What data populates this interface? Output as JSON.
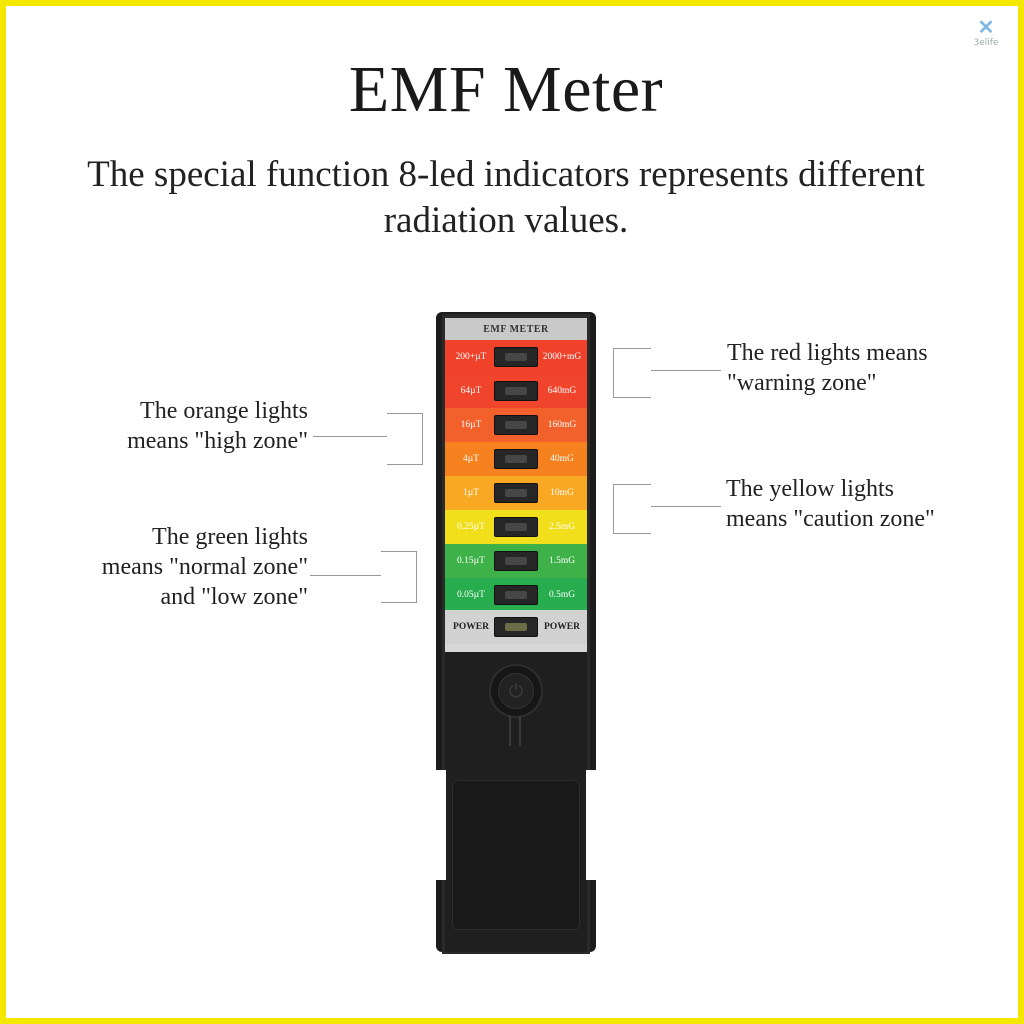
{
  "header": {
    "title": "EMF Meter",
    "subtitle": "The special function 8-led indicators represents different radiation values.",
    "brand_logo_text": "3elife"
  },
  "device": {
    "panel_title": "EMF METER",
    "leds": [
      {
        "left": "200+µT",
        "right": "2000+mG",
        "color": "#f0412b"
      },
      {
        "left": "64µT",
        "right": "640mG",
        "color": "#f0452c"
      },
      {
        "left": "16µT",
        "right": "160mG",
        "color": "#f2602b"
      },
      {
        "left": "4µT",
        "right": "40mG",
        "color": "#f5821f"
      },
      {
        "left": "1µT",
        "right": "10mG",
        "color": "#f8a823"
      },
      {
        "left": "0.25µT",
        "right": "2.5mG",
        "color": "#f1df1c"
      },
      {
        "left": "0.15µT",
        "right": "1.5mG",
        "color": "#3eb249"
      },
      {
        "left": "0.05µT",
        "right": "0.5mG",
        "color": "#27ad4d"
      }
    ],
    "power": {
      "left": "POWER",
      "right": "POWER"
    },
    "power_button_icon": "power-icon"
  },
  "callouts": {
    "red": {
      "line1": "The red lights means",
      "line2": "\"warning zone\""
    },
    "orange": {
      "line1": "The orange lights",
      "line2": "means \"high zone\""
    },
    "yellow": {
      "line1": "The yellow lights",
      "line2": "means \"caution zone\""
    },
    "green": {
      "line1": "The green lights",
      "line2": "means \"normal zone\"",
      "line3": "and \"low zone\""
    }
  },
  "colors": {
    "frame_border": "#f5e800",
    "device_body": "#1c1c1c"
  }
}
